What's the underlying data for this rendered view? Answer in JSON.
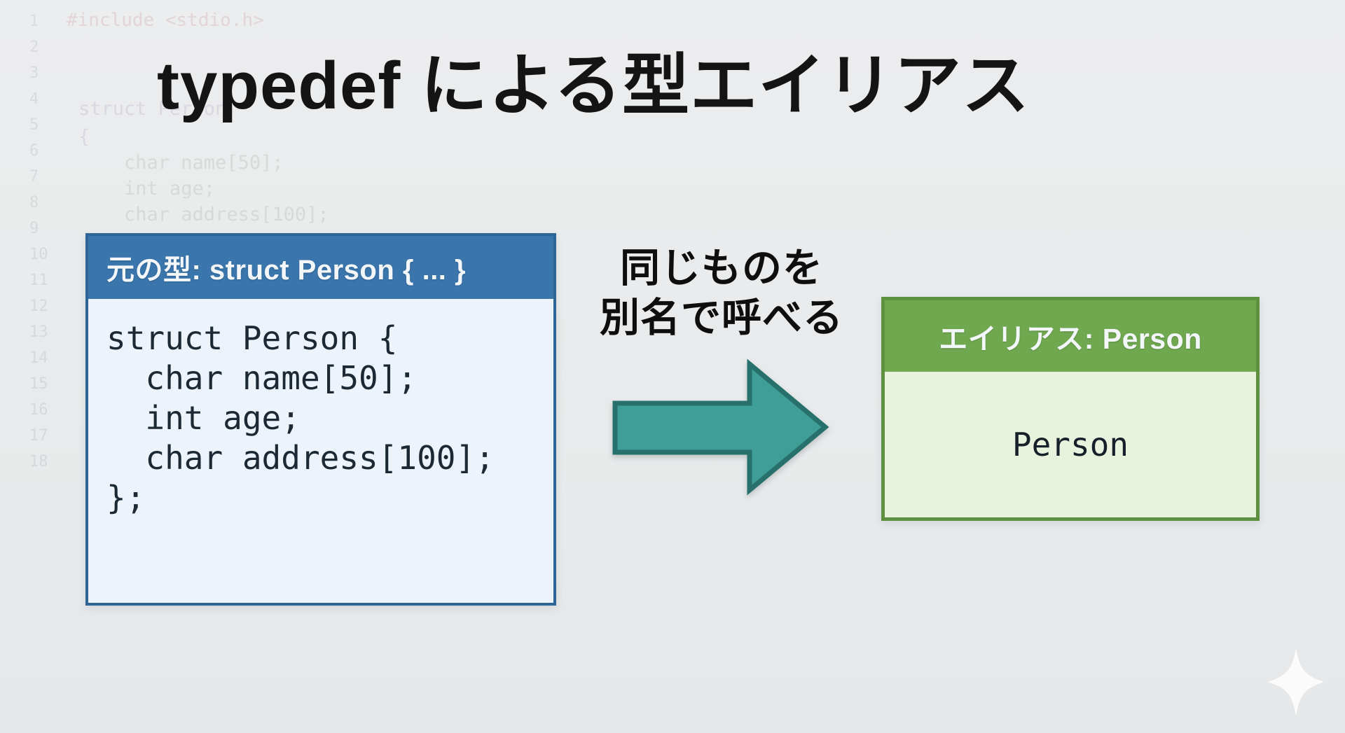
{
  "title": "typedef による型エイリアス",
  "colors": {
    "background": "#e8eaeb",
    "title_text": "#141414",
    "blue_header_bg": "#3a75ac",
    "blue_border": "#2f6496",
    "blue_body_bg": "#edf3fa",
    "code_text": "#1c2833",
    "green_header_bg": "#70a850",
    "green_border": "#5d9140",
    "green_body_bg": "#e8f2dd",
    "arrow_fill": "#3f9e98",
    "arrow_stroke": "#27706b",
    "sparkle": "#ffffff"
  },
  "background_code": {
    "line_numbers": "1\n2\n3\n4\n5\n6\n7\n8\n9\n10\n11\n12\n13\n14\n15\n16\n17\n18",
    "include_line": "#include <stdio.h>",
    "struct_lines": "struct Person\n{",
    "member_lines": "    char name[50];\n    int age;\n    char address[100];"
  },
  "original_box": {
    "header_label": "元の型: struct Person { ... }",
    "code": "struct Person {\n  char name[50];\n  int age;\n  char address[100];\n};"
  },
  "transform_caption": "同じものを\n別名で呼べる",
  "arrow": {
    "icon": "right-block-arrow"
  },
  "alias_box": {
    "header_label": "エイリアス: Person",
    "body_label": "Person"
  },
  "sparkle": {
    "icon": "four-pointed-star"
  }
}
